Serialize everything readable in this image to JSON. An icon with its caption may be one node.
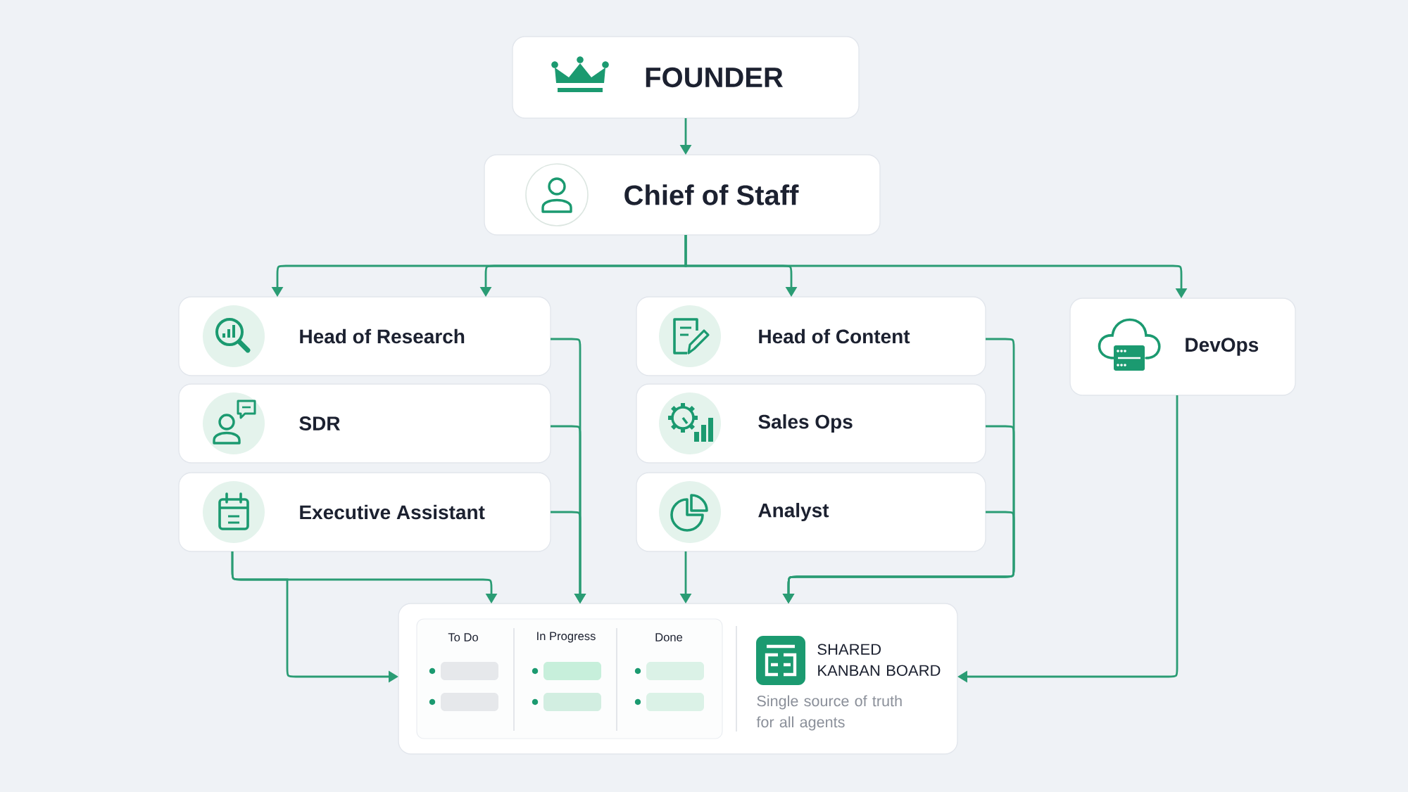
{
  "diagram": {
    "nodes": [
      {
        "text": [
          "FOUNDER"
        ]
      },
      {
        "text": [
          "Chief of Staff"
        ]
      },
      {
        "text": [
          "Head of Research"
        ]
      },
      {
        "text": [
          "SDR"
        ]
      },
      {
        "text": [
          "Executive Assistant"
        ]
      },
      {
        "text": [
          "Head of Content"
        ]
      },
      {
        "text": [
          "Sales Ops"
        ]
      },
      {
        "text": [
          "Analyst"
        ]
      },
      {
        "text": [
          "DevOps"
        ]
      },
      {
        "text": [
          "SHARED KANBAN BOARD",
          "Single source of truth for all agents"
        ]
      },
      {
        "text": [
          "To Do",
          "In Progress",
          "Done"
        ],
        "in": 9
      }
    ],
    "edges": [
      {
        "from": 0,
        "to": 1,
        "arrow": "to"
      },
      {
        "from": 1,
        "to": 2,
        "arrow": "to"
      },
      {
        "from": 1,
        "to": 2,
        "arrow": "to"
      },
      {
        "from": 1,
        "to": 5,
        "arrow": "to"
      },
      {
        "from": 1,
        "to": 8,
        "arrow": "to"
      },
      {
        "from": 2,
        "to": 9,
        "arrow": "to"
      },
      {
        "from": 3,
        "to": 9,
        "arrow": "to"
      },
      {
        "from": 4,
        "to": 9,
        "arrow": "to"
      },
      {
        "from": 4,
        "to": 9,
        "arrow": "to"
      },
      {
        "from": 4,
        "to": 9,
        "arrow": "to"
      },
      {
        "from": 5,
        "to": 9,
        "arrow": "to"
      },
      {
        "from": 6,
        "to": 9,
        "arrow": "to"
      },
      {
        "from": 7,
        "to": 9,
        "arrow": "to"
      },
      {
        "from": 7,
        "to": 9,
        "arrow": "to"
      },
      {
        "from": 8,
        "to": 9,
        "arrow": "to"
      }
    ]
  }
}
